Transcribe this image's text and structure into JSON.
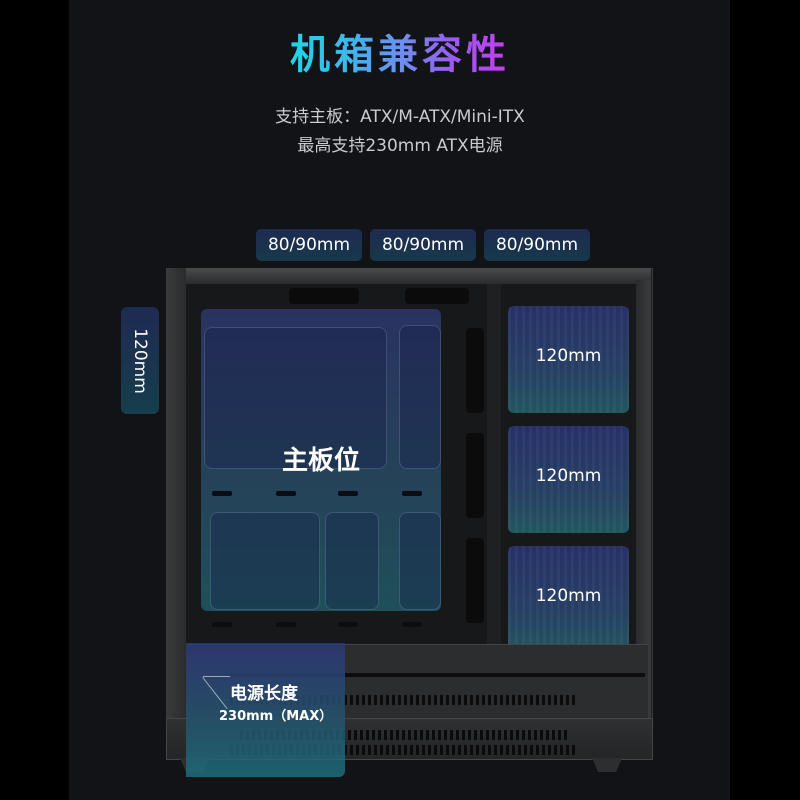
{
  "header": {
    "title": "机箱兼容性",
    "title_gradient": [
      "#1fd6e6",
      "#6f8cf0",
      "#c63cf3"
    ],
    "subtitle_line1": "支持主板：ATX/M-ATX/Mini-ITX",
    "subtitle_line2": "最高支持230mm ATX电源"
  },
  "top_fan_tags": [
    {
      "label": "80/90mm"
    },
    {
      "label": "80/90mm"
    },
    {
      "label": "80/90mm"
    }
  ],
  "rear_fan_tag": {
    "label": "120mm"
  },
  "motherboard": {
    "label": "主板位"
  },
  "side_fans": [
    {
      "label": "120mm"
    },
    {
      "label": "120mm"
    },
    {
      "label": "120mm"
    }
  ],
  "psu": {
    "label": "电源长度",
    "size": "230mm（MAX）"
  },
  "colors": {
    "background": "#000000",
    "panel": "#121316",
    "tag_top": "#1e2a52",
    "tag_bottom": "#17394a",
    "highlight_blue": "#2b3566",
    "highlight_teal": "#1f5560"
  }
}
